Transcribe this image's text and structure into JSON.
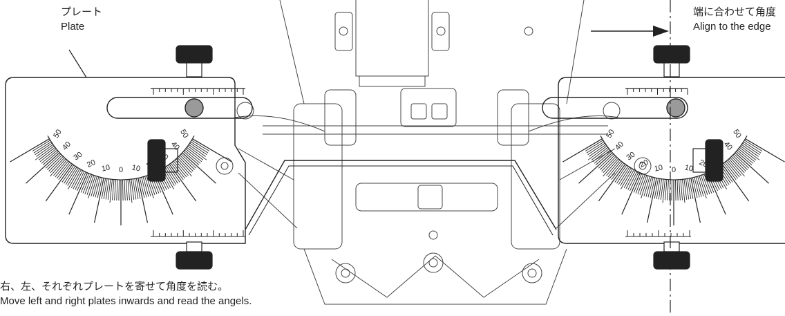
{
  "callouts": {
    "plate_jp": "プレート",
    "plate_en": "Plate",
    "align_jp": "端に合わせて角度",
    "align_en": "Align to the edge",
    "instruction_jp": "右、左、それぞれプレートを寄せて角度を読む。",
    "instruction_en": "Move left and right plates inwards and read the angels."
  },
  "left_gauge": {
    "scale_labels": [
      "50",
      "40",
      "30",
      "20",
      "10",
      "0",
      "10",
      "20",
      "30",
      "40",
      "50"
    ]
  },
  "right_gauge": {
    "scale_labels": [
      "50",
      "40",
      "30",
      "20",
      "10",
      "0",
      "10",
      "20",
      "30",
      "40",
      "50"
    ]
  },
  "colors": {
    "line": "#222222",
    "pin": "#9a9a9a",
    "background": "#ffffff"
  },
  "icons": {
    "arrow": "arrow-right-icon"
  }
}
